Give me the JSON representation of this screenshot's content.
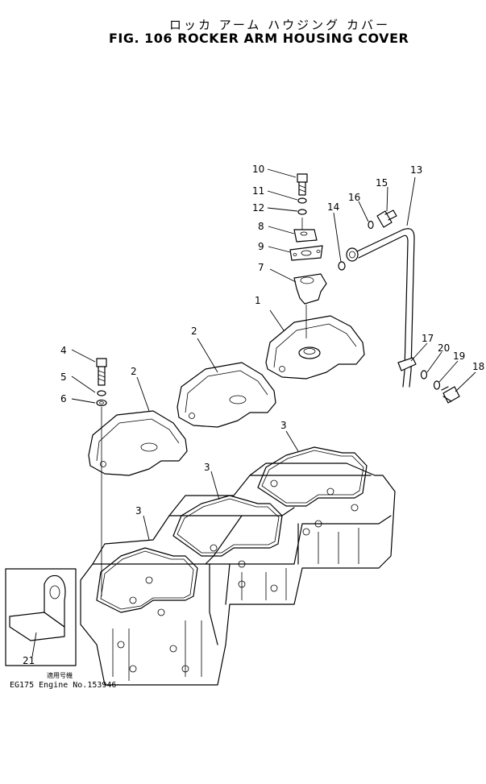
{
  "title": {
    "japanese": "ロッカ アーム ハウジング カバー",
    "english": "FIG. 106  ROCKER ARM HOUSING COVER"
  },
  "callouts": [
    "1",
    "2",
    "2",
    "3",
    "3",
    "3",
    "4",
    "5",
    "6",
    "7",
    "8",
    "9",
    "10",
    "11",
    "12",
    "13",
    "14",
    "15",
    "16",
    "17",
    "18",
    "19",
    "20",
    "21"
  ],
  "footnote": {
    "japanese": "適用号機",
    "english": "EG175 Engine No.153946~"
  }
}
